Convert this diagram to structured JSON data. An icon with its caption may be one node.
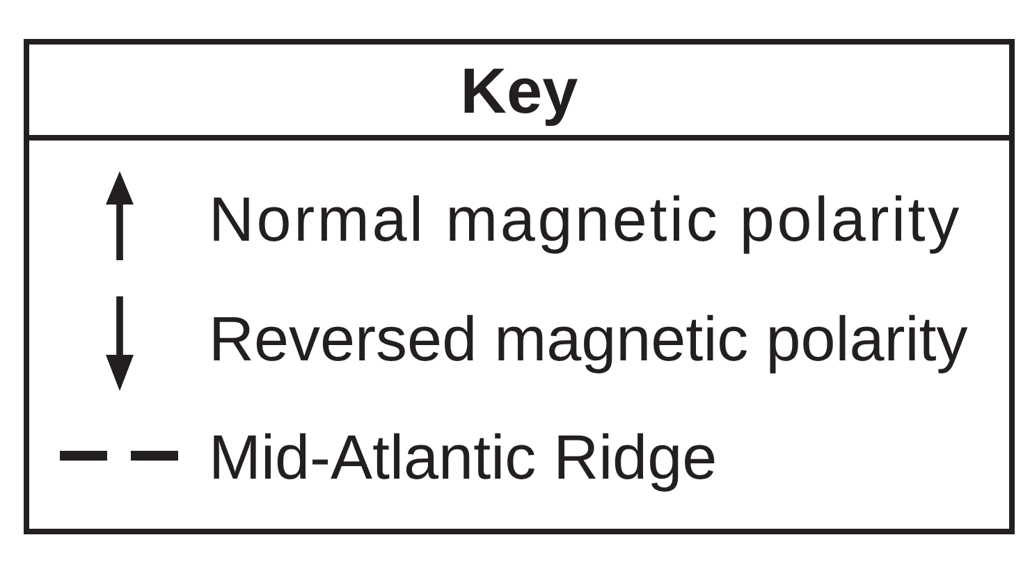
{
  "diagram": {
    "title": "Key",
    "legend": [
      {
        "text": "Normal magnetic polarity"
      },
      {
        "text": "Reversed magnetic polarity"
      },
      {
        "text": "Mid-Atlantic Ridge"
      }
    ]
  }
}
